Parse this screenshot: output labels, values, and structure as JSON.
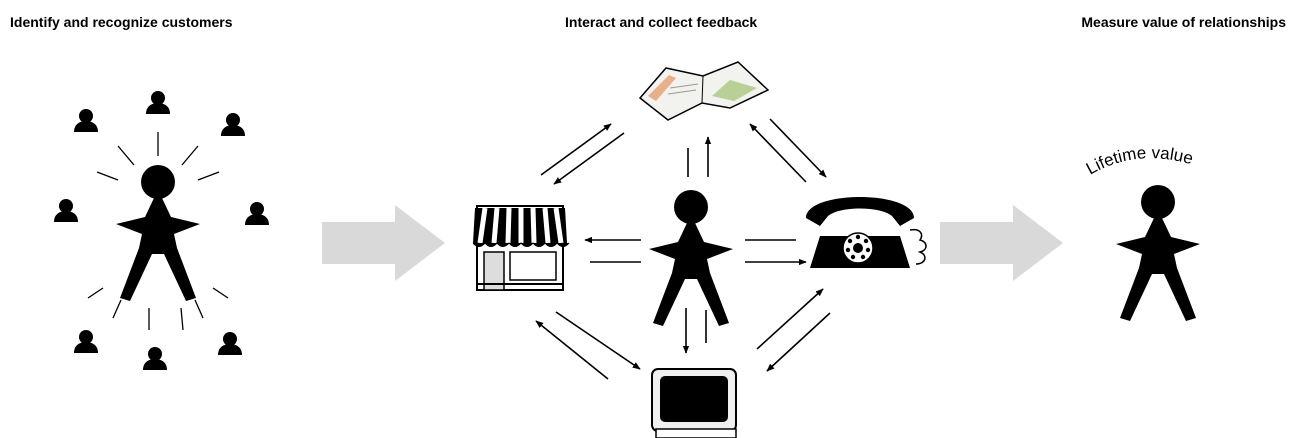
{
  "headings": {
    "identify": "Identify and recognize customers",
    "interact": "Interact and collect feedback",
    "measure": "Measure value of relationships"
  },
  "lifetime_label": "Lifetime value",
  "colors": {
    "figure": "#000000",
    "flow_arrow": "#d9d9d9",
    "screen_bezel": "#f0f0f0",
    "catalog_page": "#f2f2ee",
    "catalog_accent_orange": "#e8b08a",
    "catalog_accent_green": "#b8cf95"
  },
  "icons": {
    "store": "storefront-icon",
    "catalog": "catalog-icon",
    "phone": "telephone-icon",
    "computer": "computer-monitor-icon",
    "person": "person-icon"
  }
}
